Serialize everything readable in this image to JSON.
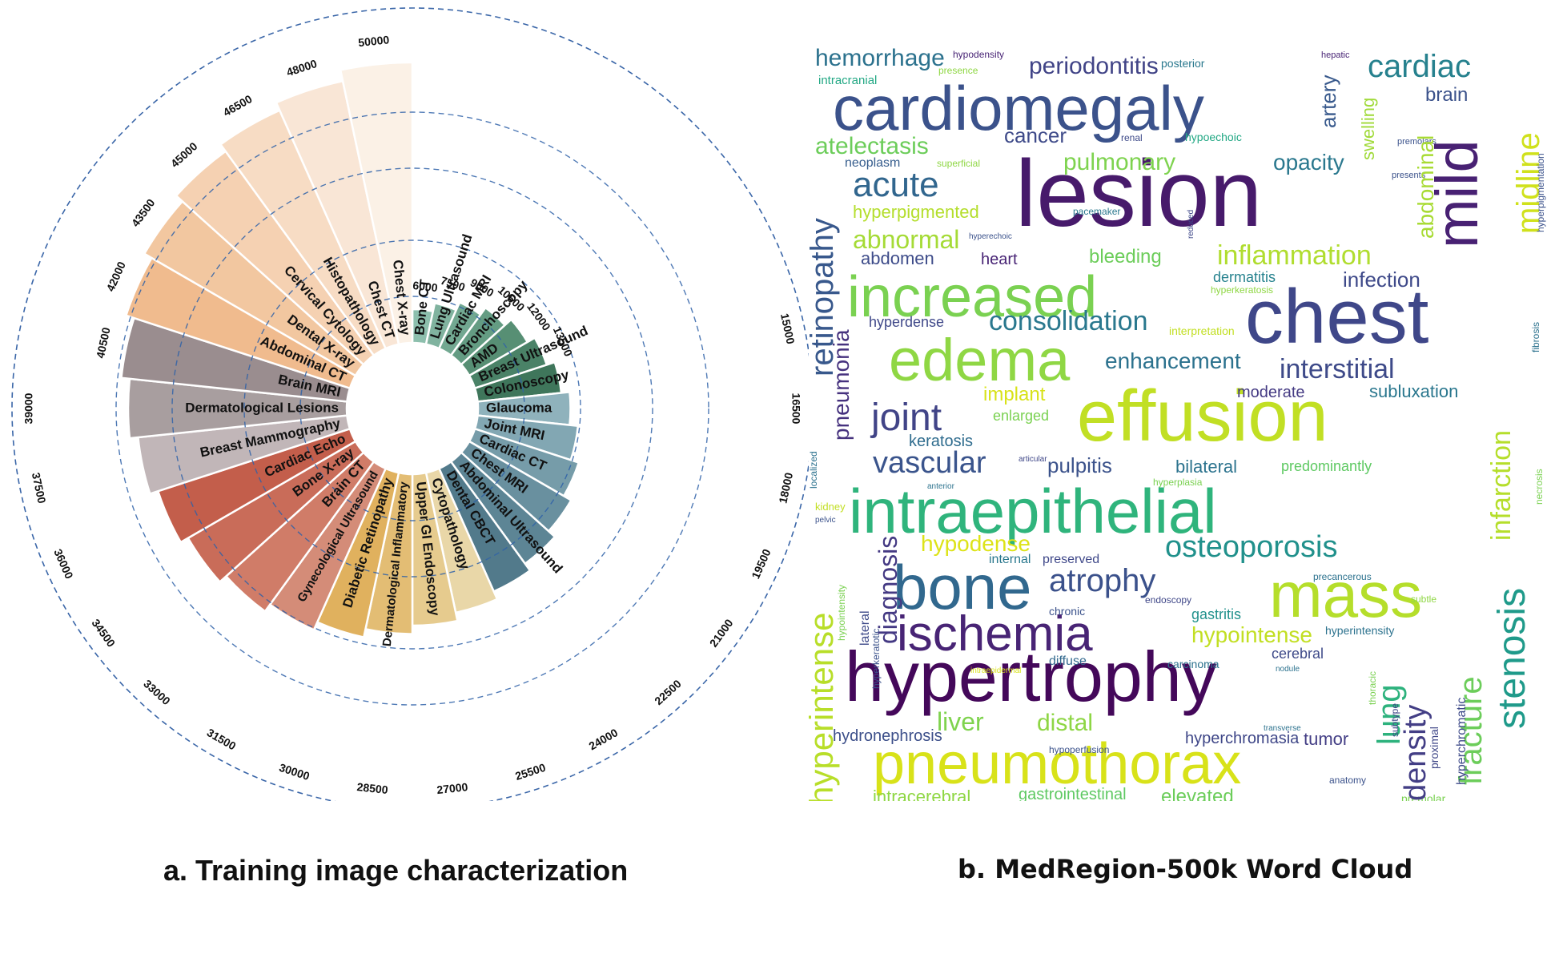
{
  "captions": {
    "a": "a. Training image characterization",
    "b": "b. MedRegion-500k Word Cloud"
  },
  "chart_data": [
    {
      "type": "radial_bar",
      "categories": [
        "Bone CT",
        "Lung Ultrasound",
        "Cardiac MRI",
        "Bronchoscopy",
        "AMD",
        "Breast Ultrasound",
        "Colonoscopy",
        "Glaucoma",
        "Joint MRI",
        "Cardiac CT",
        "Chest MRI",
        "Abdominal Ultrasound",
        "Dental CBCT",
        "Cytopathology",
        "Upper GI Endoscopy",
        "Dermatological Inflammatory",
        "Diabetic Retinopathy",
        "Gynecological Ultrasound",
        "Brain CT",
        "Bone X-ray",
        "Cardiac Echo",
        "Breast Mammography",
        "Dermatological Lesions",
        "Brain MRI",
        "Abdominal CT",
        "Dental X-ray",
        "Cervical Cytology",
        "Histopathology",
        "Chest CT",
        "Chest X-ray"
      ],
      "values": [
        6000,
        7500,
        9000,
        10500,
        12000,
        13500,
        15000,
        16500,
        18000,
        19500,
        21000,
        22500,
        24000,
        25500,
        27000,
        28500,
        30000,
        31500,
        33000,
        34500,
        36000,
        37500,
        39000,
        40500,
        42000,
        43500,
        45000,
        46500,
        48000,
        50000
      ],
      "tick_labels": [
        "6000",
        "7500",
        "9000",
        "10500",
        "12000",
        "13500",
        "15000",
        "16500",
        "18000",
        "19500",
        "21000",
        "22500",
        "24000",
        "25500",
        "27000",
        "28500",
        "30000",
        "31500",
        "33000",
        "34500",
        "36000",
        "37500",
        "39000",
        "40500",
        "42000",
        "43500",
        "45000",
        "46500",
        "48000",
        "50000"
      ],
      "colors": [
        "#8dbfad",
        "#80b39f",
        "#72a891",
        "#649c83",
        "#578f74",
        "#4a8267",
        "#3f765b",
        "#8fb2bc",
        "#82a7b3",
        "#769ca9",
        "#69909f",
        "#5d8595",
        "#527a8b",
        "#e9d7a8",
        "#e6cb8e",
        "#e3bd74",
        "#e0b15e",
        "#d48c78",
        "#d07c68",
        "#c96c59",
        "#c35e4b",
        "#c1b6b8",
        "#a89e9f",
        "#9a8d8f",
        "#f0bb8e",
        "#f2c7a0",
        "#f5d1b2",
        "#f7dcc4",
        "#f9e6d6",
        "#fbf1e6"
      ],
      "grid": true
    },
    {
      "type": "word_cloud",
      "words": [
        {
          "text": "lesion",
          "color": "#471a6b"
        },
        {
          "text": "chest",
          "color": "#3f4789"
        },
        {
          "text": "effusion",
          "color": "#c1df24"
        },
        {
          "text": "intraepithelial",
          "color": "#2fb47c"
        },
        {
          "text": "hypertrophy",
          "color": "#44085a"
        },
        {
          "text": "cardiomegaly",
          "color": "#3b528b"
        },
        {
          "text": "increased",
          "color": "#7ad151"
        },
        {
          "text": "mass",
          "color": "#b5de2b"
        },
        {
          "text": "bone",
          "color": "#31688e"
        },
        {
          "text": "pneumothorax",
          "color": "#d8e219"
        },
        {
          "text": "ischemia",
          "color": "#482475"
        },
        {
          "text": "edema",
          "color": "#8fd744"
        },
        {
          "text": "mild",
          "color": "#482173"
        },
        {
          "text": "osteoporosis",
          "color": "#21918c"
        },
        {
          "text": "consolidation",
          "color": "#2a788e"
        },
        {
          "text": "interstitial",
          "color": "#3e4a89"
        },
        {
          "text": "cardiac",
          "color": "#26818e"
        },
        {
          "text": "periodontitis",
          "color": "#414487"
        },
        {
          "text": "hemorrhage",
          "color": "#2c728e"
        },
        {
          "text": "retinopathy",
          "color": "#38588c"
        },
        {
          "text": "hyperintense",
          "color": "#b8de29"
        },
        {
          "text": "stenosis",
          "color": "#1f9a8a"
        },
        {
          "text": "fracture",
          "color": "#6ccd5a"
        },
        {
          "text": "density",
          "color": "#433e85"
        },
        {
          "text": "midline",
          "color": "#d0e11c"
        },
        {
          "text": "atrophy",
          "color": "#3b518b"
        },
        {
          "text": "vascular",
          "color": "#3a548c"
        },
        {
          "text": "joint",
          "color": "#414487"
        },
        {
          "text": "acute",
          "color": "#31668e"
        },
        {
          "text": "inflammation",
          "color": "#b0dd2f"
        },
        {
          "text": "abnormal",
          "color": "#a5db36"
        },
        {
          "text": "pulmonary",
          "color": "#7ed34f"
        },
        {
          "text": "opacity",
          "color": "#2a788e"
        },
        {
          "text": "infection",
          "color": "#3e4989"
        },
        {
          "text": "enhancement",
          "color": "#2c728e"
        },
        {
          "text": "lung",
          "color": "#2db27d"
        },
        {
          "text": "hypodense",
          "color": "#dde318"
        },
        {
          "text": "hypointense",
          "color": "#c2df23"
        },
        {
          "text": "liver",
          "color": "#7fd34e"
        },
        {
          "text": "distal",
          "color": "#8ed645"
        },
        {
          "text": "atelectasis",
          "color": "#6ccd5a"
        },
        {
          "text": "diagnosis",
          "color": "#443983"
        },
        {
          "text": "pneumonia",
          "color": "#46327e"
        },
        {
          "text": "infarction",
          "color": "#b5de2b"
        },
        {
          "text": "abdominal",
          "color": "#a8db34"
        },
        {
          "text": "brain",
          "color": "#3b528b"
        },
        {
          "text": "cancer",
          "color": "#3e4a89"
        },
        {
          "text": "artery",
          "color": "#38598c"
        },
        {
          "text": "bleeding",
          "color": "#6ccd5a"
        },
        {
          "text": "hyperpigmented",
          "color": "#b4de2c"
        },
        {
          "text": "abdomen",
          "color": "#3e4c8a"
        },
        {
          "text": "heart",
          "color": "#482475"
        },
        {
          "text": "tumor",
          "color": "#433e85"
        },
        {
          "text": "hydronephrosis",
          "color": "#3c4f8a"
        },
        {
          "text": "hyperchromasia",
          "color": "#3f4788"
        },
        {
          "text": "intracerebral",
          "color": "#8fd744"
        },
        {
          "text": "gastrointestinal",
          "color": "#5ec962"
        },
        {
          "text": "elevated",
          "color": "#6ccd5a"
        },
        {
          "text": "moderate",
          "color": "#443a83"
        },
        {
          "text": "subluxation",
          "color": "#2a778e"
        },
        {
          "text": "implant",
          "color": "#d8e219"
        },
        {
          "text": "enlarged",
          "color": "#7ad151"
        },
        {
          "text": "keratosis",
          "color": "#2f6c8e"
        },
        {
          "text": "pulpitis",
          "color": "#3b528b"
        },
        {
          "text": "bilateral",
          "color": "#2c738e"
        },
        {
          "text": "predominantly",
          "color": "#5ec962"
        },
        {
          "text": "swelling",
          "color": "#a0da39"
        },
        {
          "text": "neoplasm",
          "color": "#365d8d"
        },
        {
          "text": "hyperdense",
          "color": "#3f4889"
        },
        {
          "text": "dermatitis",
          "color": "#26828e"
        },
        {
          "text": "hypoechoic",
          "color": "#22a884"
        },
        {
          "text": "gastritis",
          "color": "#21918c"
        },
        {
          "text": "carcinoma",
          "color": "#2c728e"
        },
        {
          "text": "cerebral",
          "color": "#3e4a89"
        },
        {
          "text": "diffuse",
          "color": "#31688e"
        },
        {
          "text": "chronic",
          "color": "#3b528b"
        },
        {
          "text": "internal",
          "color": "#2a788e"
        },
        {
          "text": "preserved",
          "color": "#3f4889"
        },
        {
          "text": "intracranial",
          "color": "#22a884"
        },
        {
          "text": "hyperintensity",
          "color": "#2c728e"
        },
        {
          "text": "hyperchromatic",
          "color": "#3e4a89"
        },
        {
          "text": "proximal",
          "color": "#3f4788"
        },
        {
          "text": "anatomy",
          "color": "#3b528b"
        },
        {
          "text": "premolar",
          "color": "#7ad151"
        },
        {
          "text": "hyperpigmentation",
          "color": "#3b528b"
        },
        {
          "text": "fibrosis",
          "color": "#2c728e"
        },
        {
          "text": "necrosis",
          "color": "#7ad151"
        },
        {
          "text": "hypodensity",
          "color": "#482475"
        },
        {
          "text": "presence",
          "color": "#8fd744"
        },
        {
          "text": "posterior",
          "color": "#2a788e"
        },
        {
          "text": "hepatic",
          "color": "#482475"
        },
        {
          "text": "premolars",
          "color": "#3b528b"
        },
        {
          "text": "presents",
          "color": "#3b528b"
        },
        {
          "text": "renal",
          "color": "#3e4a89"
        },
        {
          "text": "superficial",
          "color": "#8fd744"
        },
        {
          "text": "pacemaker",
          "color": "#2a788e"
        },
        {
          "text": "reduced",
          "color": "#3f4889"
        },
        {
          "text": "hyperechoic",
          "color": "#3b528b"
        },
        {
          "text": "hyperkeratosis",
          "color": "#8fd744"
        },
        {
          "text": "interpretation",
          "color": "#c2df23"
        },
        {
          "text": "articular",
          "color": "#3f4788"
        },
        {
          "text": "anterior",
          "color": "#2c728e"
        },
        {
          "text": "hyperplasia",
          "color": "#7ad151"
        },
        {
          "text": "localized",
          "color": "#2c728e"
        },
        {
          "text": "kidney",
          "color": "#c2df23"
        },
        {
          "text": "pelvic",
          "color": "#3b528b"
        },
        {
          "text": "hypointensity",
          "color": "#7ad151"
        },
        {
          "text": "hyperkeratotic",
          "color": "#3b528b"
        },
        {
          "text": "lateral",
          "color": "#3e4a89"
        },
        {
          "text": "endoscopy",
          "color": "#3f4788"
        },
        {
          "text": "intraepidermal",
          "color": "#d8e219"
        },
        {
          "text": "precancerous",
          "color": "#2c728e"
        },
        {
          "text": "subtle",
          "color": "#8fd744"
        },
        {
          "text": "thoracic",
          "color": "#7ad151"
        },
        {
          "text": "nodule",
          "color": "#2c728e"
        },
        {
          "text": "subtype",
          "color": "#3f4788"
        },
        {
          "text": "transverse",
          "color": "#2c728e"
        },
        {
          "text": "hypoperfusion",
          "color": "#3b528b"
        }
      ]
    }
  ]
}
